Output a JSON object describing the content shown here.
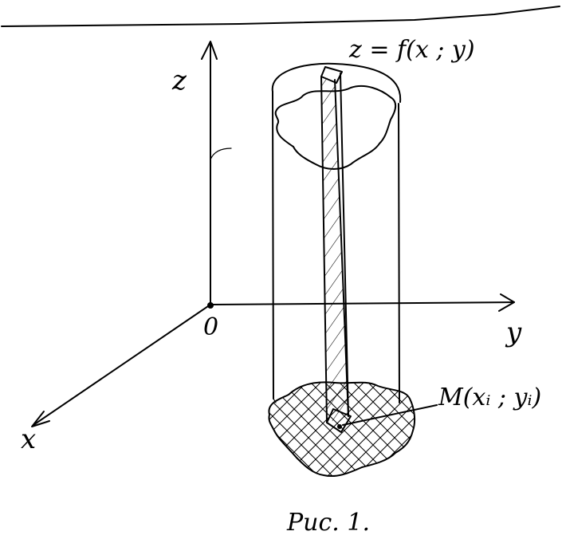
{
  "labels": {
    "z_axis": "z",
    "y_axis": "y",
    "x_axis": "x",
    "origin": "0",
    "surface": "z = f(x ; y)",
    "point": "M(xᵢ ; yᵢ)",
    "caption": "Рис. 1."
  },
  "colors": {
    "ink": "#000000",
    "paper": "#ffffff"
  }
}
